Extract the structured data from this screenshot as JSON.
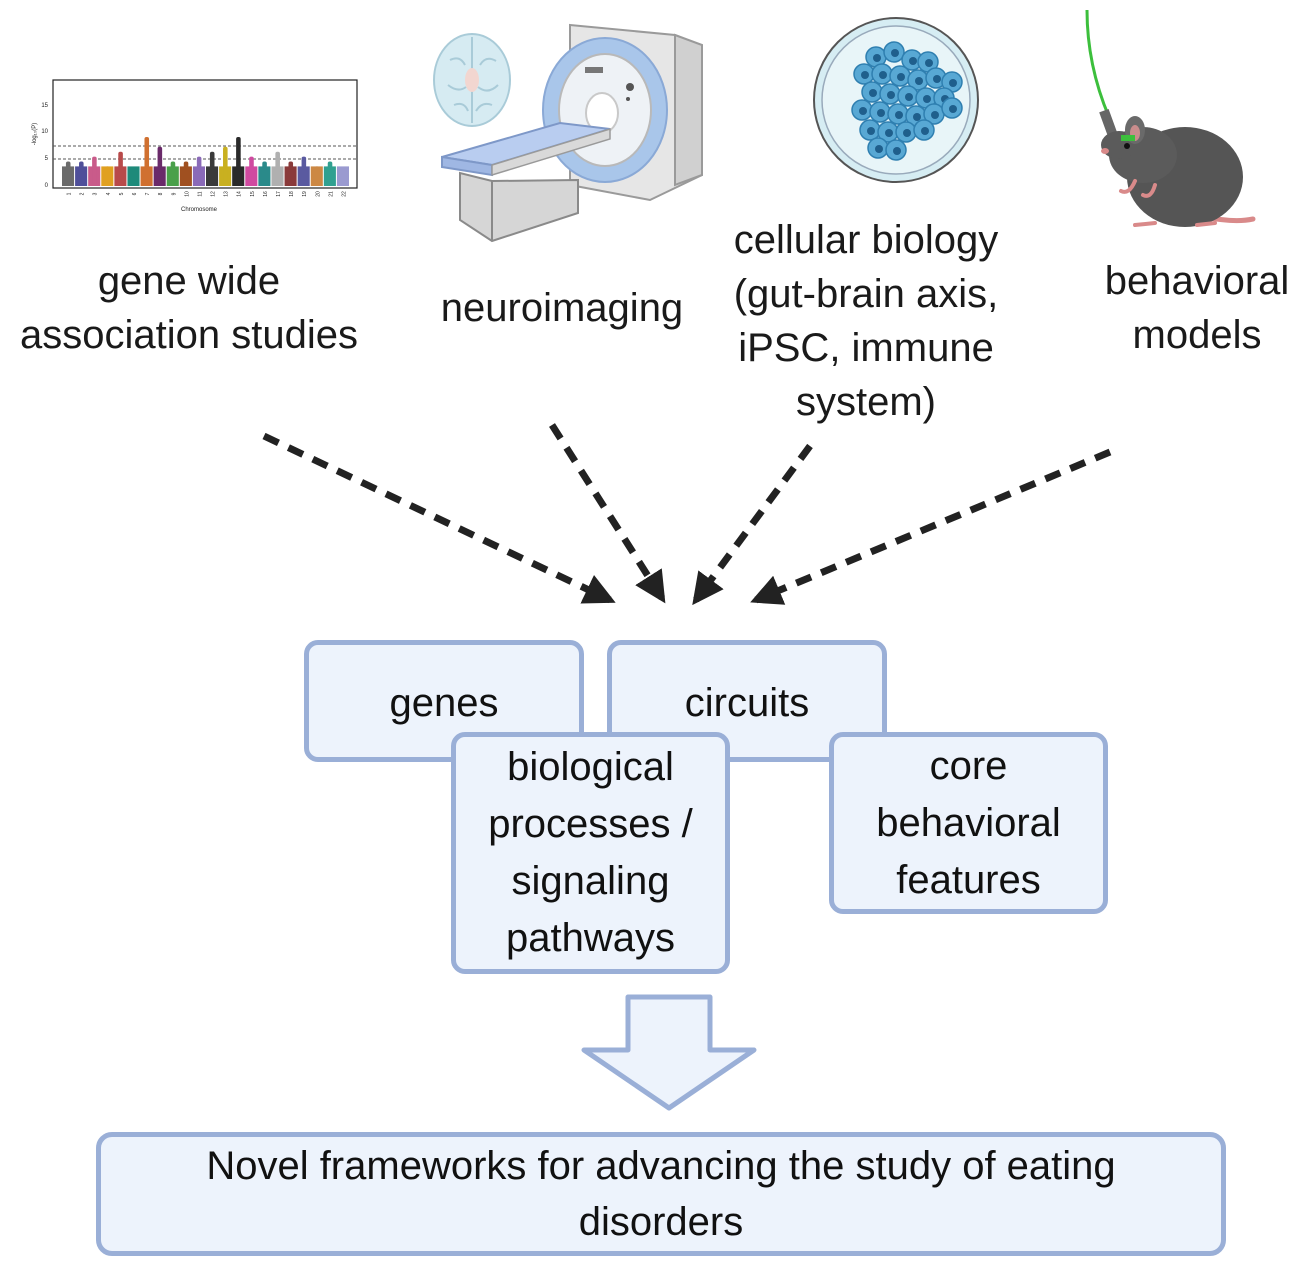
{
  "sources": {
    "gwas": {
      "label": "gene wide\nassociation studies",
      "icon": "manhattan-plot-icon"
    },
    "neuroimaging": {
      "label": "neuroimaging",
      "icon": "mri-scanner-icon"
    },
    "cellular": {
      "label": "cellular biology\n(gut-brain axis,\niPSC, immune\nsystem)",
      "icon": "petri-dish-cells-icon"
    },
    "behavioral": {
      "label": "behavioral\nmodels",
      "icon": "mouse-optogenetics-icon"
    }
  },
  "manhattan": {
    "ylabel": "-log₁₀(P)",
    "xlabel": "Chromosome",
    "yticks": [
      "15",
      "10",
      "5",
      "0"
    ],
    "chromosomes": [
      "1",
      "2",
      "3",
      "4",
      "5",
      "6",
      "7",
      "8",
      "9",
      "10",
      "11",
      "12",
      "13",
      "14",
      "15",
      "16",
      "17",
      "18",
      "19",
      "20",
      "21",
      "22"
    ]
  },
  "nodes": {
    "genes": "genes",
    "circuits": "circuits",
    "processes": "biological\nprocesses /\nsignaling\npathways",
    "behavioral_features": "core\nbehavioral\nfeatures"
  },
  "outcome": "Novel frameworks for advancing the study of eating\ndisorders",
  "colors": {
    "box_fill": "#edf3fc",
    "box_border": "#9aafd7",
    "arrow": "#222222"
  }
}
